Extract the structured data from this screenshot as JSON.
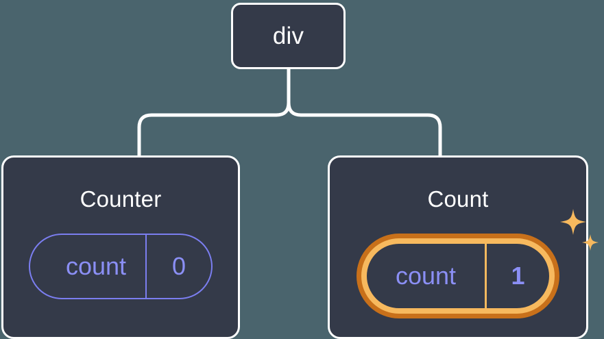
{
  "canvas": {
    "background_color": "#4a646d",
    "node_fill_color": "#343a49",
    "node_border_color": "#ffffff",
    "connector_color": "#ffffff",
    "state_accent_color": "#7b7ef0",
    "state_text_color": "#8b8ff5",
    "highlight_outer_color": "#c8701a",
    "highlight_inner_color": "#f7b95e"
  },
  "tree": {
    "root": {
      "label": "div"
    },
    "children": [
      {
        "title": "Counter",
        "state": {
          "key": "count",
          "value": "0",
          "highlighted": false
        }
      },
      {
        "title": "Count",
        "state": {
          "key": "count",
          "value": "1",
          "highlighted": true
        },
        "badge": "sparkles-icon"
      }
    ]
  }
}
